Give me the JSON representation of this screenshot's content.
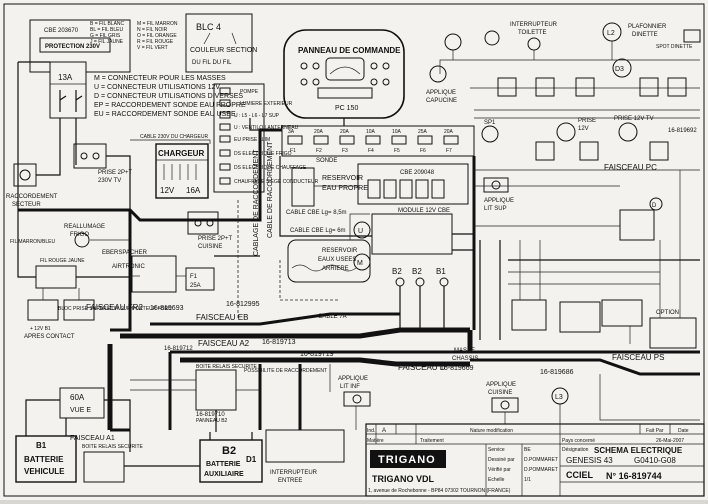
{
  "legend_colors": {
    "cbe_ref": "CBE 203670",
    "protection": "PROTECTION 230V",
    "items": [
      "B = FIL BLANC",
      "BL = FIL BLEU",
      "G = FIL GRIS",
      "J = FIL JAUNE",
      "M = FIL MARRON",
      "N = FIL NOIR",
      "O = FIL ORANGE",
      "R = FIL ROUGE",
      "V = FIL VERT"
    ]
  },
  "legend_section": {
    "code": "BLC 4",
    "line1": "COULEUR SECTION",
    "line2": "DU FIL  DU FIL"
  },
  "connector_legend": [
    "M = CONNECTEUR POUR LES MASSES",
    "U = CONNECTEUR UTILISATIONS 12V",
    "D = CONNECTEUR UTILISATIONS DIVERSES",
    "EP = RACCORDEMENT SONDE EAU PROPRE",
    "EU = RACCORDEMENT SONDE EAU USEE"
  ],
  "breaker": "13A",
  "panel": {
    "title": "PANNEAU DE COMMANDE",
    "model": "PC 150"
  },
  "panel_legend": [
    "POMPE",
    "LUMIERE EXTERIEUR",
    "U : L5 - L6 - L7 SUP",
    "U : VENTILO LANTERNEAU",
    "EU PRISE ALIM",
    "DS ELECTRIQUE FRIGO",
    "DS ELECTRIQUE CHAUFFAGE",
    "CHAUFFAGE SIEGE CONDUCTEUR"
  ],
  "charger": {
    "label": "CHARGEUR",
    "volt": "12V",
    "amp": "16A"
  },
  "cable_charger": "CABLE 230V DU CHARGEUR",
  "left_labels": {
    "prise_tv": "PRISE 2P+T",
    "prise_tv_2": "230V TV",
    "raccordement": "RACCORDEMENT",
    "secteur": "SECTEUR",
    "reallumage": "REALLUMAGE",
    "frigo": "FRIGO",
    "fil_marron": "FIL MARRON/BLEU",
    "fil_rouge": "FIL ROUGE JAUNE",
    "apres_contact": "APRES CONTACT",
    "plus12v": "+ 12V B1",
    "porte_fusible": "BLOC PRISE SUPERIEUR SUR PORTEUR FORC",
    "fuse_60a": "60A",
    "fuse_sub": "VUE E",
    "b1": "B1",
    "batterie": "BATTERIE",
    "vehicule": "VEHICULE",
    "boite_relais": "BOITE RELAIS SECURITE",
    "faisceau_a1": "FAISCEAU A1",
    "faisceau_fr2": "FAISCEAU FR2",
    "fr2_ref": "16-819693"
  },
  "center_labels": {
    "ebers": "EBERSPACHER",
    "airtronic": "AIRTRONIC",
    "fuse25": "F1",
    "fuse25_val": "25A",
    "prise_cuisine": "PRISE 2P+T",
    "prise_cuisine_2": "CUISINE",
    "cable_raccord": "CABLAGE DE RACCORDEMENT",
    "cable_raccord_2": "CABLE DE RACCORDEMENT",
    "faisceau_eb": "FAISCEAU EB",
    "eb_ref": "16-812995",
    "cable_7a": "CABLE 7A",
    "faisceau_a2": "FAISCEAU A2",
    "a2_ref": "16-819713",
    "faisceau_d": "FAISCEAU D",
    "d_ref": "16-819669",
    "faisceau_b": "16-819719",
    "masse": "MASSE",
    "chassis": "CHASSIS",
    "reservoir_propre": "RESERVOIR",
    "reservoir_propre_2": "EAU PROPRE",
    "reservoir_usee": "RESERVOIR",
    "reservoir_usee_2": "EAUX USEES",
    "reservoir_usee_3": "ARRIERE",
    "sonde": "SONDE",
    "cable_cbe": "CABLE CBE Lg= 8,5m",
    "cable_cbe2": "CABLE CBE Lg= 6m",
    "cbe_box": "CBE 209048",
    "module": "MODULE 12V CBE",
    "b2": "B2",
    "b1c": "B1",
    "applique_inf": "APPLIQUE",
    "applique_inf_2": "LIT INF",
    "boite_relais_sec": "BOITE RELAIS SECURITE",
    "panneau_b": "PANNEAU B2",
    "plan_conn": "POSSIBILITE DE RACCORDEMENT",
    "b2_label": "B2",
    "b2_batt": "BATTERIE",
    "b2_aux": "AUXILIAIRE",
    "faisceau_b_ref": "16-819710",
    "d1": "D1",
    "interrupteur": "INTERRUPTEUR",
    "entree": "ENTREE",
    "ref_bottom": "16-819712"
  },
  "fuses": [
    {
      "rating": "3A",
      "name": "F1"
    },
    {
      "rating": "20A",
      "name": "F2"
    },
    {
      "rating": "20A",
      "name": "F3"
    },
    {
      "rating": "10A",
      "name": "F4"
    },
    {
      "rating": "10A",
      "name": "F5"
    },
    {
      "rating": "25A",
      "name": "F6"
    },
    {
      "rating": "20A",
      "name": "F7"
    }
  ],
  "right_labels": {
    "interrupteur_toilette": "INTERRUPTEUR",
    "toilette": "TOILETTE",
    "plafonnier": "PLAFONNIER",
    "dinette": "DINETTE",
    "l2": "L2",
    "d3": "D3",
    "spot": "SPOT DINETTE",
    "applique_capucine": "APPLIQUE",
    "capucine": "CAPUCINE",
    "prise_12v": "PRISE",
    "prise_12v_2": "12V",
    "prise_tv": "PRISE 12V TV",
    "sp1": "SP1",
    "faisceau_pc": "FAISCEAU PC",
    "applique_lit": "APPLIQUE",
    "lit_sup": "LIT SUP",
    "option": "OPTION",
    "faisceau_ps": "FAISCEAU PS",
    "ps_ref": "16-819686",
    "ref_top": "16-819692",
    "applique_cuisine": "APPLIQUE",
    "cuisine": "CUISINE",
    "l3": "L3"
  },
  "title_block": {
    "ind": "Ind.",
    "ind_val": "A",
    "date_label": "Nature modification",
    "fait_par": "Fait Par",
    "date_h": "Date",
    "date_val": "26-Mai-2007",
    "matiere": "Matière",
    "traitement": "Traitement",
    "pays": "Pays concerné",
    "brand": "TRIGANO",
    "brand2": "TRIGANO VDL",
    "address": "1, avenue de Rochebonne - BP84 07302 TOURNON (FRANCE)",
    "designation": "Désignation",
    "designation_val": "SCHEMA ELECTRIQUE",
    "model_val": "GENESIS 43",
    "range_val": "G0410-G08",
    "client": "CCIEL",
    "doc_no": "N° 16-819744",
    "servic": "Service",
    "service_val": "BE",
    "dessine": "Dessiné par",
    "dessine_val": "D.POMMARET",
    "verifie": "Vérifié par",
    "verifie_val": "D.POMMARET",
    "echelle": "Echelle",
    "echelle_val": "1/1"
  }
}
